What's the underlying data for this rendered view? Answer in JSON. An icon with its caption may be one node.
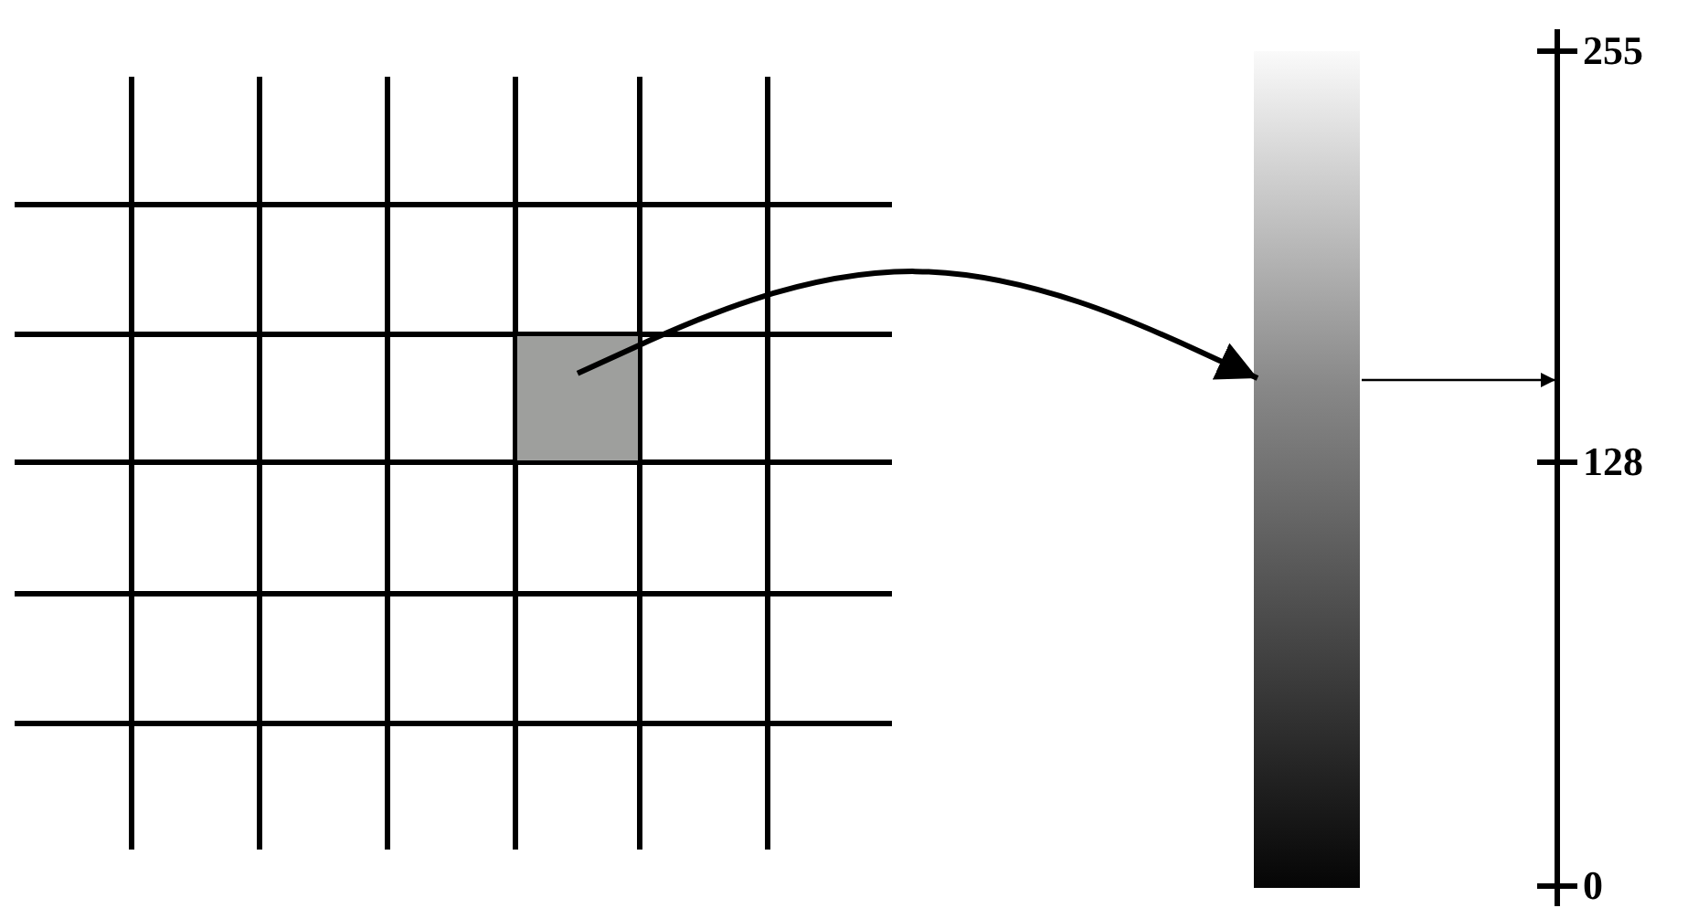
{
  "diagram": {
    "nodes": [
      {
        "text": [],
        "shape": "box"
      },
      {
        "text": [],
        "shape": "bar"
      }
    ],
    "edges": [
      {
        "from": 0,
        "to": 1,
        "arrow": "to",
        "style": "thick"
      },
      {
        "from": 1,
        "to": null,
        "arrow": "to"
      }
    ],
    "labels": [
      "255",
      "128",
      "0"
    ]
  }
}
